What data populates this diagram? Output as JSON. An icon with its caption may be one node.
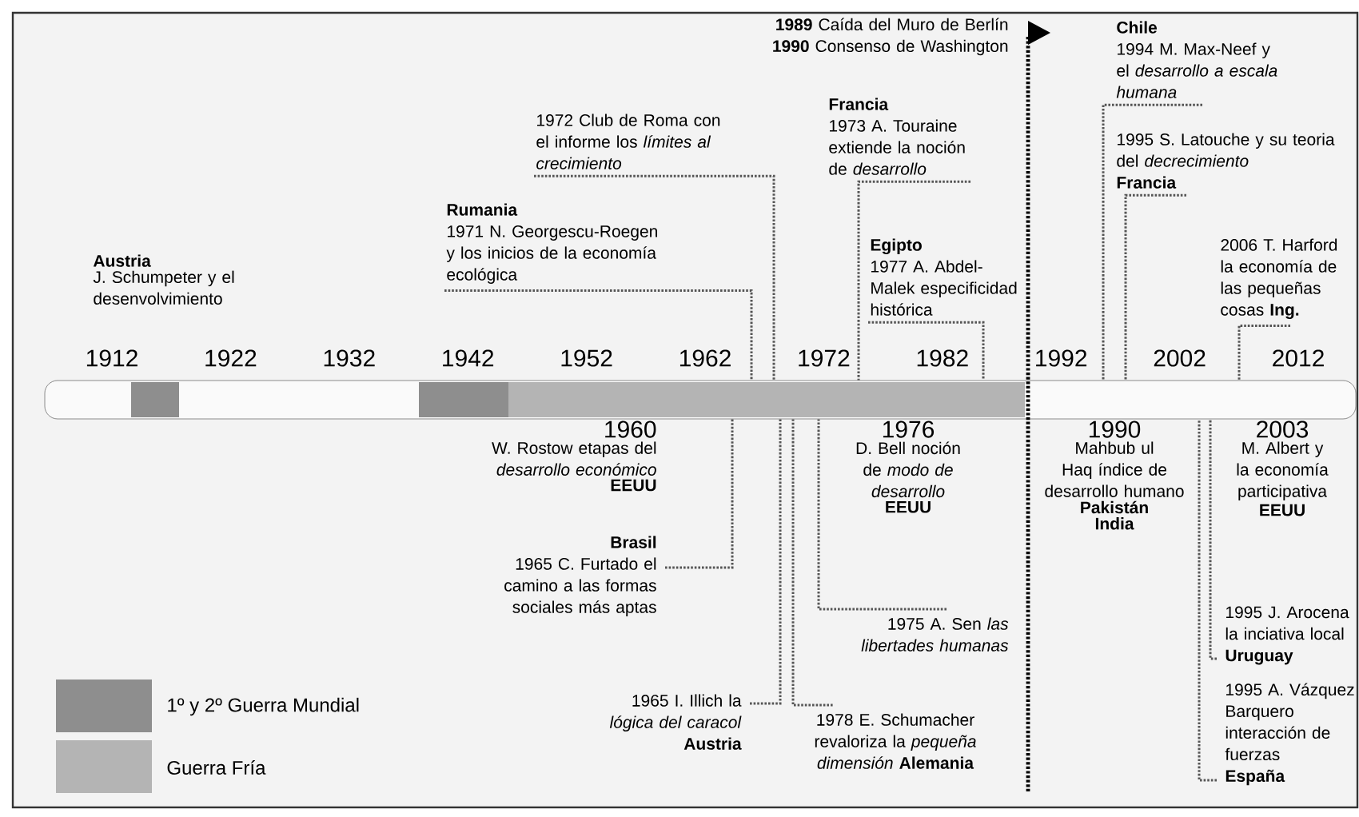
{
  "diagram": {
    "nodes": [
      {
        "text": [
          "**1989** Caída del Muro de Berlín",
          "**1990** Consenso de Washington"
        ]
      },
      {
        "text": [
          "Chile",
          "1994 M. Max-Neef y el *desarrollo a escala humana*"
        ]
      },
      {
        "text": [
          "1972 Club de Roma con el informe los *límites al crecimiento*"
        ]
      },
      {
        "text": [
          "Francia",
          "1973 A. Touraine extiende la noción de *desarrollo*"
        ]
      },
      {
        "text": [
          "1995 S. Latouche y su teoria del *decrecimiento*",
          "Francia"
        ]
      },
      {
        "text": [
          "Rumania",
          "1971 N. Georgescu-Roegen y los inicios de la economía ecológica"
        ]
      },
      {
        "text": [
          "Egipto",
          "1977 A. Abdel-Malek especificidad histórica"
        ]
      },
      {
        "text": [
          "2006 T. Harford la economía de las pequeñas cosas **Ing.**"
        ]
      },
      {
        "text": [],
        "shape": "bar"
      },
      {
        "text": [
          "Brasil",
          "1965 C. Furtado el camino a las formas sociales más aptas"
        ]
      },
      {
        "text": [
          "1975 A. Sen *las libertades humanas*"
        ]
      },
      {
        "text": [
          "1965 I. Illich la *lógica del caracol*",
          "Austria"
        ]
      },
      {
        "text": [
          "1978 E. Schumacher revaloriza la *pequeña dimensión* **Alemania**"
        ]
      },
      {
        "text": [
          "1995 J. Arocena la inciativa local",
          "Uruguay"
        ]
      },
      {
        "text": [
          "1995 A. Vázquez Barquero interacción de fuerzas",
          "España"
        ]
      }
    ],
    "edges": [
      {
        "from": 1,
        "to": 8,
        "arrow": "none"
      },
      {
        "from": 2,
        "to": 8,
        "arrow": "none"
      },
      {
        "from": 3,
        "to": 8,
        "arrow": "none"
      },
      {
        "from": 4,
        "to": 8,
        "arrow": "none"
      },
      {
        "from": 5,
        "to": 8,
        "arrow": "none"
      },
      {
        "from": 6,
        "to": 8,
        "arrow": "none"
      },
      {
        "from": 7,
        "to": 8,
        "arrow": "none"
      },
      {
        "from": 9,
        "to": 8,
        "arrow": "none"
      },
      {
        "from": 10,
        "to": 8,
        "arrow": "none"
      },
      {
        "from": 11,
        "to": 8,
        "arrow": "none"
      },
      {
        "from": 12,
        "to": 8,
        "arrow": "none"
      },
      {
        "from": 13,
        "to": 8,
        "arrow": "none"
      },
      {
        "from": 14,
        "to": 8,
        "arrow": "none"
      }
    ],
    "labels": [
      "Austria",
      "J. Schumpeter y el desenvolvimiento",
      "1912",
      "1922",
      "1932",
      "1942",
      "1952",
      "1962",
      "1972",
      "1982",
      "1992",
      "2002",
      "2012",
      "1960",
      "W. Rostow etapas del *desarrollo económico*",
      "EEUU",
      "1976",
      "D. Bell noción de *modo de desarrollo*",
      "EEUU",
      "1990",
      "Mahbub ul Haq índice de desarrollo humano",
      "Pakistán",
      "India",
      "2003",
      "M. Albert y la economía participativa",
      "EEUU"
    ],
    "legend": [
      {
        "text": "1º y 2º Guerra Mundial",
        "color": "#8e8e8e"
      },
      {
        "text": "Guerra Fría",
        "color": "#b4b4b4"
      }
    ]
  }
}
